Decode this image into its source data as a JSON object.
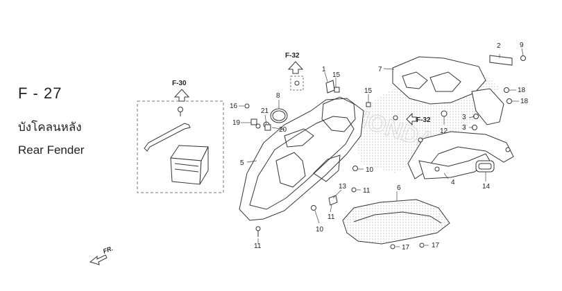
{
  "figure": {
    "id": "F - 27",
    "title_th": "บังโคลนหลัง",
    "title_en": "Rear Fender"
  },
  "references": [
    "F-30",
    "F-32",
    "F-32"
  ],
  "direction_label": "FR.",
  "callouts": [
    "1",
    "2",
    "3",
    "3",
    "4",
    "5",
    "6",
    "7",
    "8",
    "9",
    "10",
    "10",
    "11",
    "11",
    "11",
    "12",
    "13",
    "14",
    "15",
    "15",
    "16",
    "17",
    "17",
    "18",
    "18",
    "19",
    "20",
    "21"
  ],
  "colors": {
    "line": "#333333",
    "dash": "#777777",
    "dots": "#cfcfcf"
  }
}
